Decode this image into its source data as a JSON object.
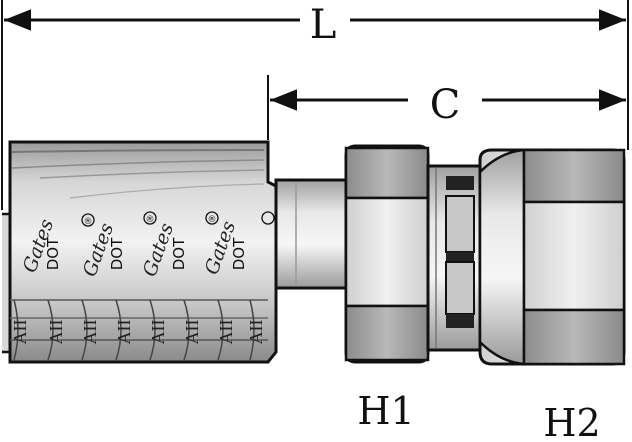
{
  "dimensions": {
    "overall_length_label": "L",
    "cut_length_label": "C",
    "hex1_label": "H1",
    "hex2_label": "H2"
  },
  "ferrule_markings": {
    "brand": "Gates",
    "certification": "DOT",
    "registered_symbol": "®",
    "crimp_code": "AII"
  },
  "colors": {
    "outline": "#111111",
    "metal_light": "#e6e6e6",
    "metal_mid": "#b5b5b5",
    "metal_dark": "#7a7a7a",
    "background": "#ffffff"
  }
}
